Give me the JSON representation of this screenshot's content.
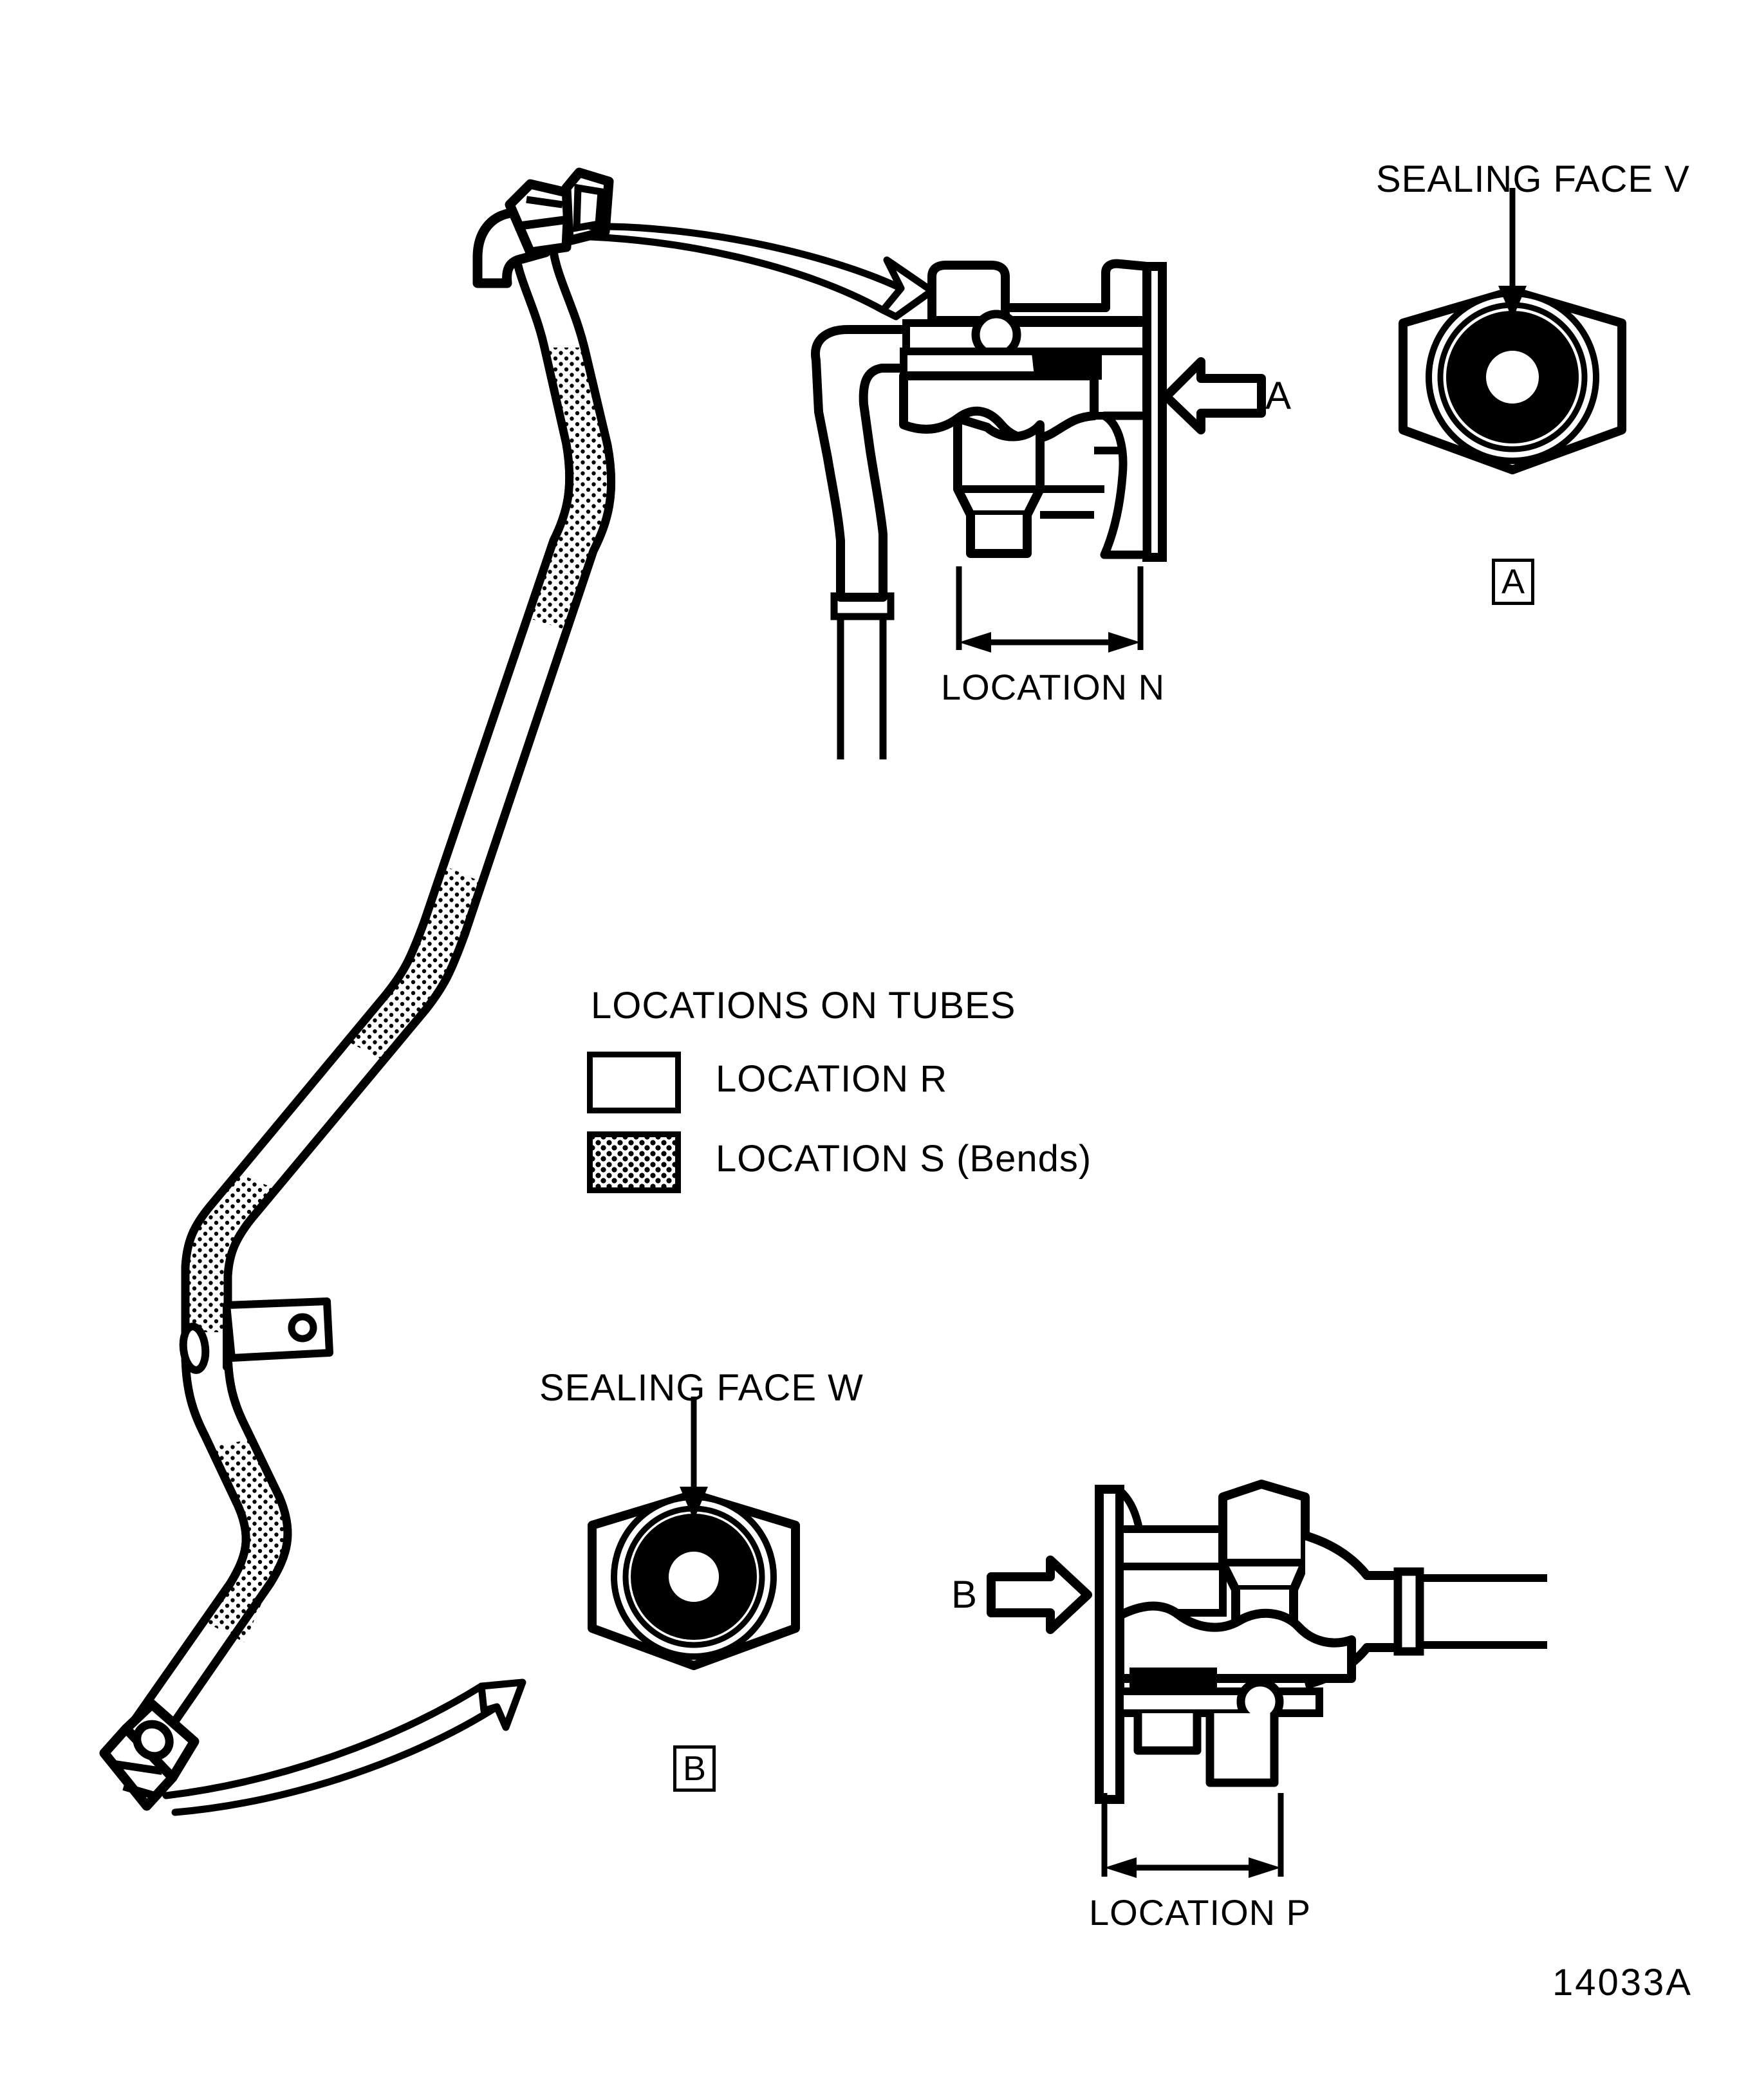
{
  "figure": {
    "number": "14033A",
    "title_absent": true
  },
  "legend": {
    "heading": "LOCATIONS ON TUBES",
    "items": [
      {
        "label": "LOCATION R",
        "swatch": "plain-white-box",
        "meaning": "straight tube runs"
      },
      {
        "label": "LOCATION S (Bends)",
        "swatch": "stippled-box",
        "meaning": "bend regions"
      }
    ]
  },
  "views": {
    "upper_fitting": {
      "dimension_label": "LOCATION N",
      "view_arrow_label": "A",
      "view_arrow_direction": "left"
    },
    "upper_end_view": {
      "callout": "SEALING FACE V",
      "view_tag": "A"
    },
    "lower_end_view": {
      "callout": "SEALING FACE W",
      "view_tag": "B"
    },
    "lower_fitting": {
      "dimension_label": "LOCATION P",
      "view_arrow_label": "B",
      "view_arrow_direction": "right"
    }
  },
  "assembly": {
    "name": "bent-tube-assembly",
    "end_fittings": [
      "upper-elbow-nut",
      "lower-nut"
    ],
    "bracket_clip": "tube-mounting-tab",
    "bend_count": 4
  },
  "colors": {
    "line": "#000000",
    "background": "#ffffff",
    "fill_dark": "#000000"
  }
}
